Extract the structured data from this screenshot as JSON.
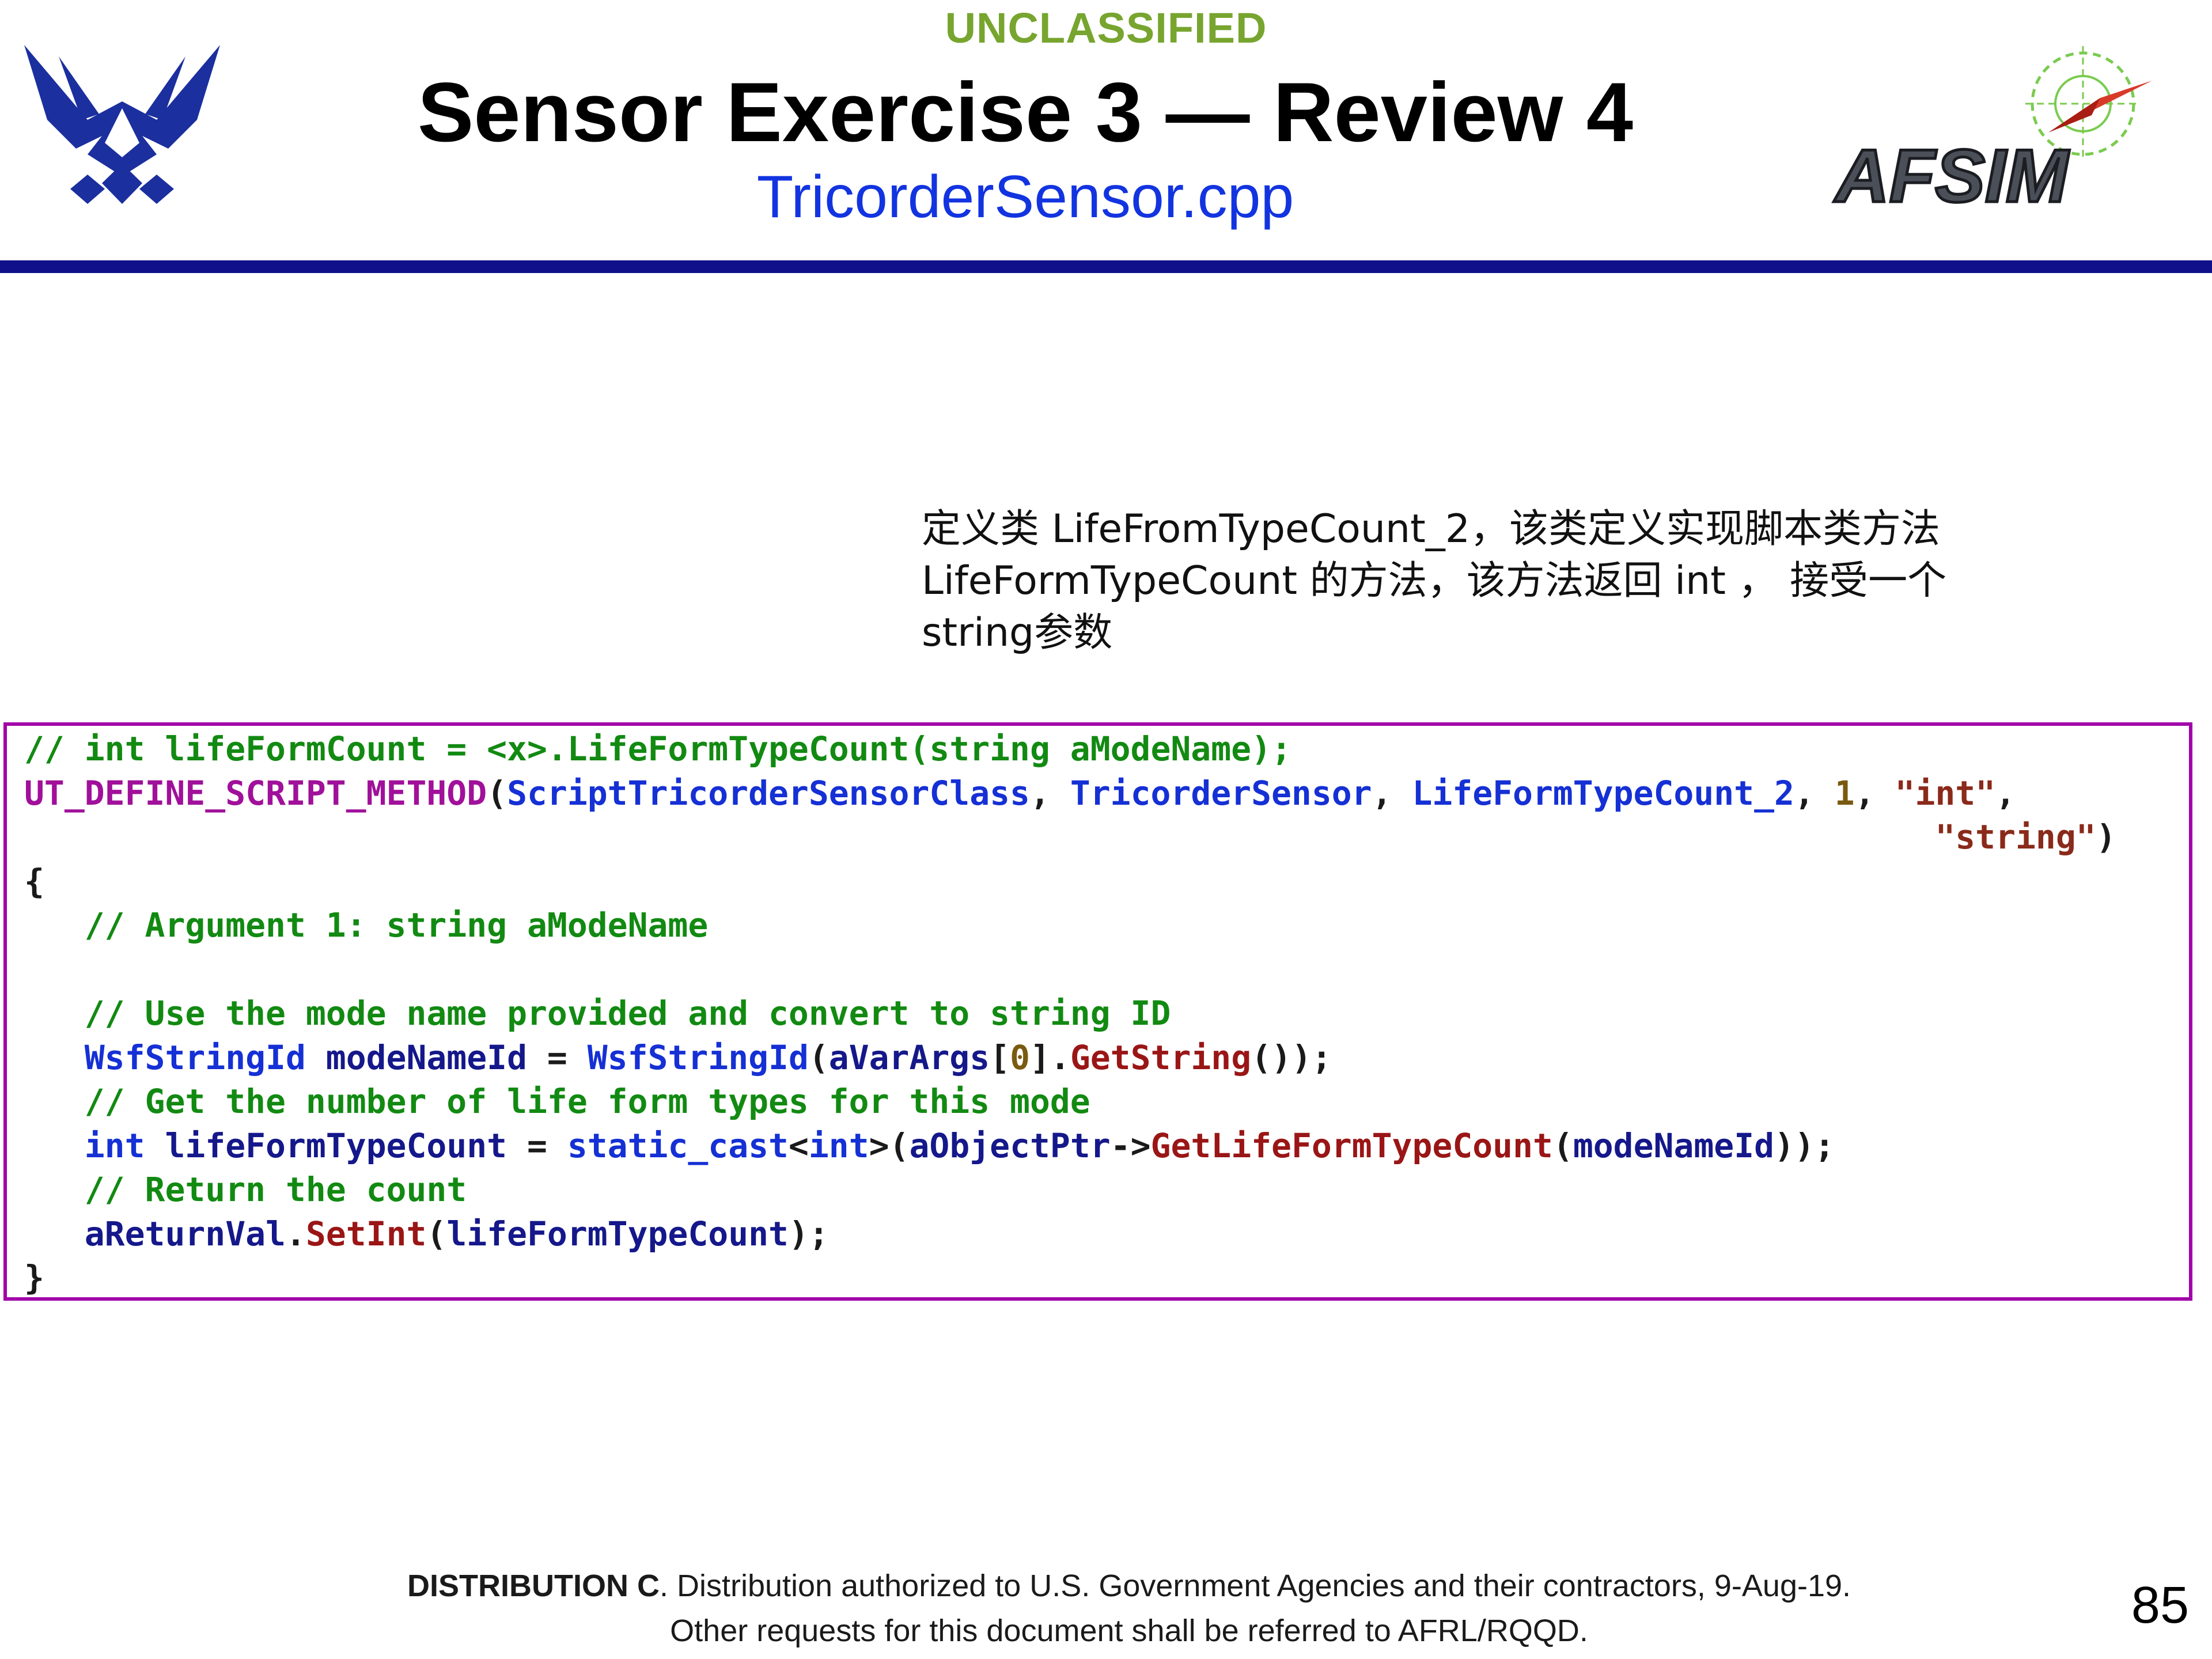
{
  "header": {
    "classification": "UNCLASSIFIED",
    "title": "Sensor Exercise 3 — Review 4",
    "subtitle": "TricorderSensor.cpp"
  },
  "logos": {
    "left": "air-force-wings-icon",
    "right": "afsim-logo-icon",
    "right_text": "AFSIM"
  },
  "note": {
    "lines": [
      "定义类 LifeFromTypeCount_2，该类定义实现脚本类方法",
      "LifeFormTypeCount 的方法，该方法返回 int ， 接受一个",
      "string参数"
    ]
  },
  "code": {
    "line1": "// int lifeFormCount = <x>.LifeFormTypeCount(string aModeName);",
    "macro": "UT_DEFINE_SCRIPT_METHOD",
    "class_arg": "ScriptTricorderSensorClass",
    "type_arg": "TricorderSensor",
    "method_arg": "LifeFormTypeCount_2",
    "num_arg": "1",
    "ret_arg": "\"int\"",
    "param_arg": "\"string\"",
    "open_brace": "{",
    "comment_arg1": "// Argument 1: string aModeName",
    "comment_use": "// Use the mode name provided and convert to string ID",
    "wsf_type": "WsfStringId",
    "mode_var": "modeNameId",
    "wsf_ctor": "WsfStringId",
    "avarargs": "aVarArgs",
    "index0": "0",
    "getstring": "GetString",
    "comment_get": "// Get the number of life form types for this mode",
    "int_kw": "int",
    "count_var": "lifeFormTypeCount",
    "static_cast": "static_cast",
    "int_kw2": "int",
    "objptr": "aObjectPtr",
    "getlife": "GetLifeFormTypeCount",
    "mode_var2": "modeNameId",
    "comment_ret": "// Return the count",
    "retval": "aReturnVal",
    "setint": "SetInt",
    "count_var2": "lifeFormTypeCount",
    "close_brace": "}"
  },
  "footer": {
    "dist_bold": "DISTRIBUTION C",
    "dist_rest": ". Distribution authorized to U.S. Government Agencies and their contractors, 9-Aug-19.",
    "line2": "Other requests for this document shall be referred to AFRL/RQQD.",
    "page_number": "85"
  },
  "colors": {
    "classification": "#77a52f",
    "header_rule": "#10108a",
    "subtitle": "#1234e0",
    "code_border": "#a100a8",
    "comment": "#128a12"
  }
}
